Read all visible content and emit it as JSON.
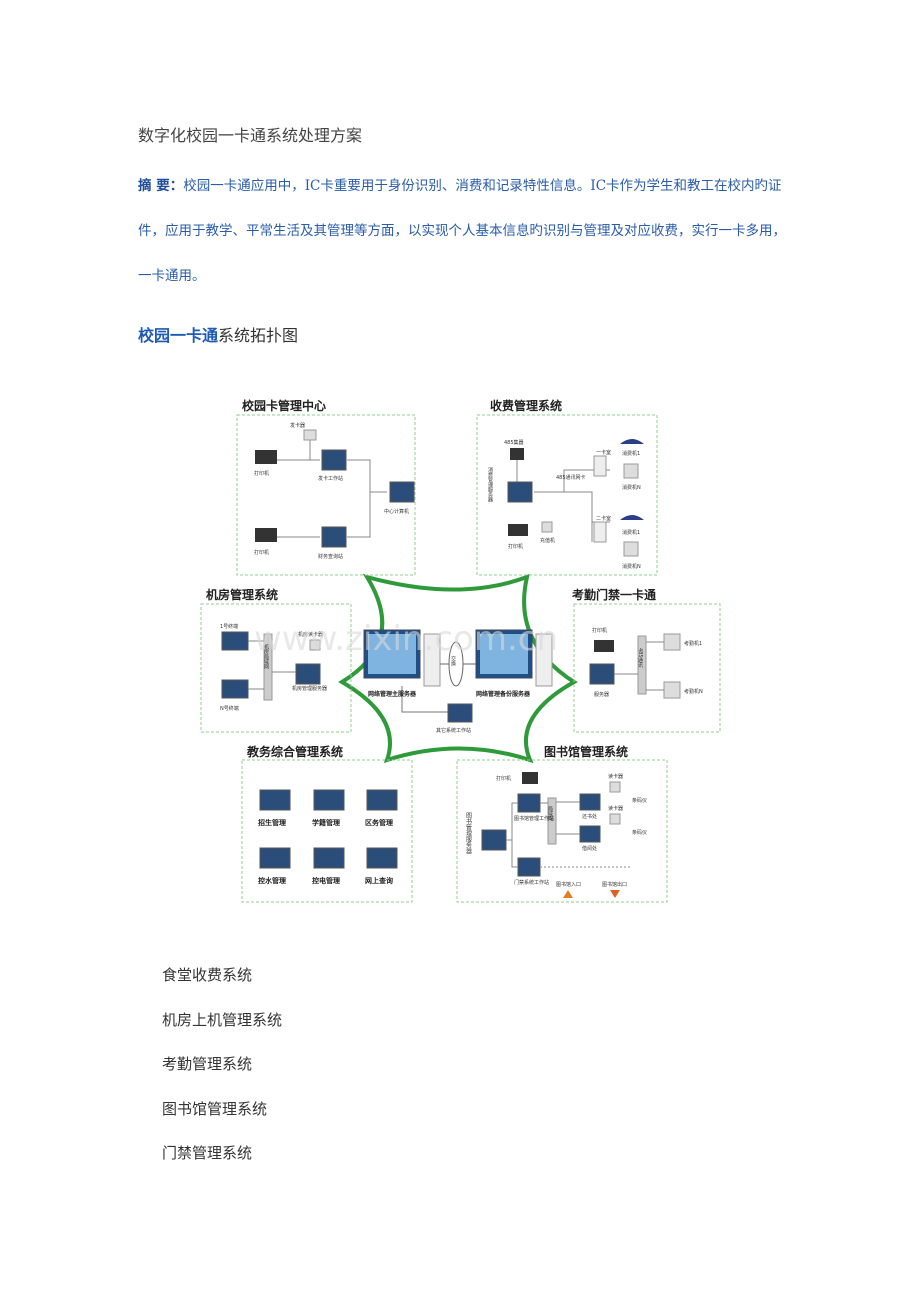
{
  "doc": {
    "title": "数字化校园一卡通系统处理方案",
    "abstract_label": "摘  要：",
    "abstract_text": "校园一卡通应用中，IC卡重要用于身份识别、消费和记录特性信息。IC卡作为学生和教工在校内旳证件，应用于教学、平常生活及其管理等方面，以实现个人基本信息旳识别与管理及对应收费，实行一卡多用，一卡通用。",
    "subhead_blue": "校园一卡通",
    "subhead_rest": "系统拓扑图"
  },
  "diagram": {
    "watermark": "www.zixin.com.cn",
    "boxes": {
      "card_center": {
        "title": "校园卡管理中心",
        "labels": [
          "发卡器",
          "打印机",
          "发卡工作站",
          "中心计算机",
          "打印机",
          "财务查询站"
        ]
      },
      "billing": {
        "title": "收费管理系统",
        "labels": [
          "485集器",
          "消费管理服务器",
          "485通讯网卡",
          "一卡室",
          "消费机1",
          "消费机N",
          "打印机",
          "充值机",
          "二卡室",
          "消费机1",
          "消费机N"
        ]
      },
      "computer_room": {
        "title": "机房管理系统",
        "labels": [
          "1号终端",
          "机房局域网",
          "机房读卡器",
          "机房管理服务器",
          "N号终端"
        ]
      },
      "attendance": {
        "title": "考勤门禁一卡通",
        "labels": [
          "打印机",
          "考勤机1",
          "485通讯",
          "服务器",
          "考勤机N"
        ]
      },
      "academic": {
        "title": "教务综合管理系统",
        "labels": [
          "招生管理",
          "学籍管理",
          "区务管理",
          "控水管理",
          "控电管理",
          "网上查询"
        ]
      },
      "library": {
        "title": "图书馆管理系统",
        "labels": [
          "打印机",
          "读卡器",
          "图书管理服务器",
          "图书馆管理工作站",
          "局域网",
          "还书处",
          "读卡器",
          "条码仪",
          "借阅处",
          "条码仪",
          "门禁系统工作站",
          "图书馆入口",
          "图书馆出口"
        ]
      }
    },
    "center": {
      "left_server": "网络管理主服务器",
      "right_server": "网络管理备份服务器",
      "link": "交换",
      "workstation": "其它系统工作站"
    }
  },
  "list": [
    "食堂收费系统",
    "机房上机管理系统",
    "考勤管理系统",
    "图书馆管理系统",
    "门禁管理系统"
  ]
}
